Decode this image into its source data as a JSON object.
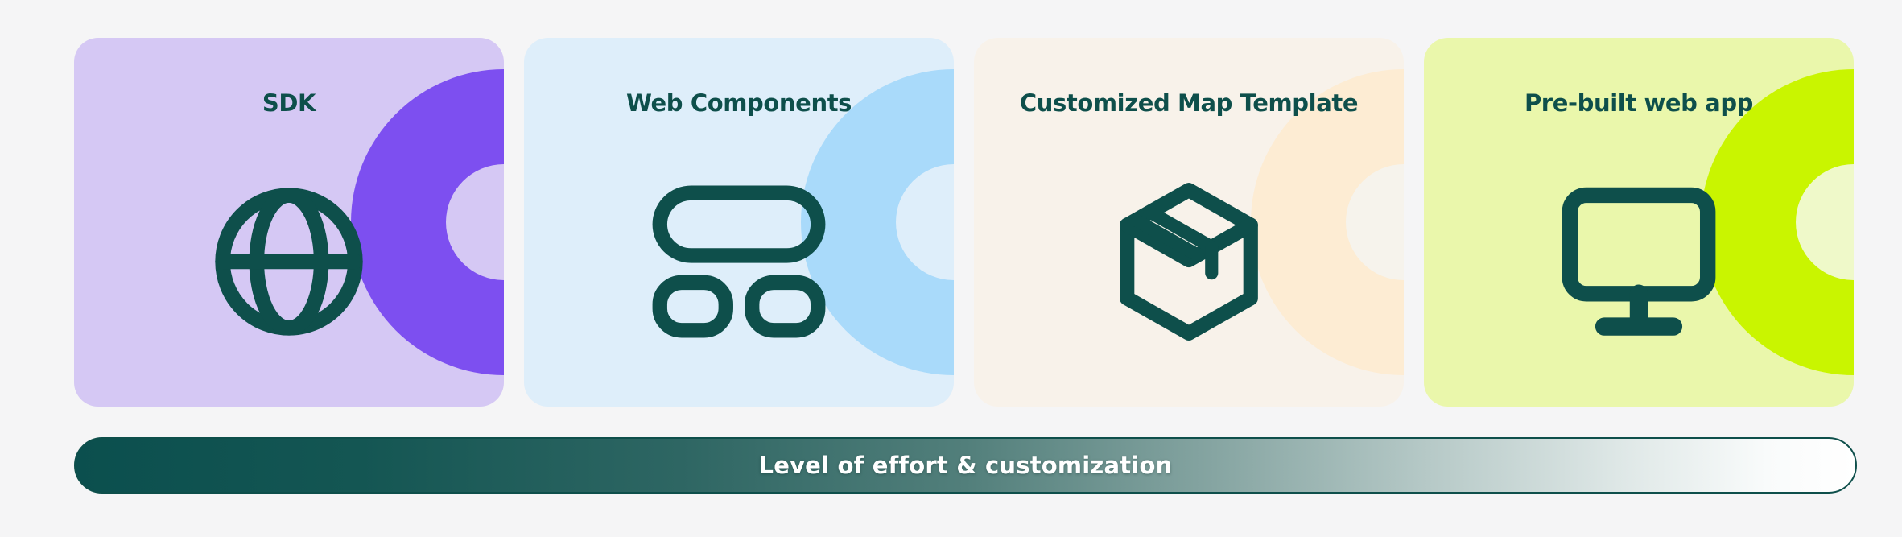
{
  "page": {
    "background": "#f5f5f6"
  },
  "colors": {
    "accent_teal": "#0e4f4b"
  },
  "cards": [
    {
      "title": "SDK",
      "icon": "globe-icon",
      "bg": "#d5c8f4",
      "circle": "#7d4ff0",
      "hole": "#d5c8f4"
    },
    {
      "title": "Web Components",
      "icon": "layout-components-icon",
      "bg": "#deeefa",
      "circle": "#a9dafa",
      "hole": "#deeefa"
    },
    {
      "title": "Customized Map Template",
      "icon": "package-box-icon",
      "bg": "#f8f2ea",
      "circle": "#fdecd3",
      "hole": "#f6f3ec"
    },
    {
      "title": "Pre-built web app",
      "icon": "monitor-icon",
      "bg": "#eaf7ab",
      "circle": "#c9f500",
      "hole": "#eff9c9"
    }
  ],
  "axis_bar": {
    "label": "Level of effort & customization",
    "gradient_start": "#0b4f4e",
    "gradient_end": "#ffffff",
    "text_color": "#ffffff",
    "border_color": "#0e4f4b"
  }
}
